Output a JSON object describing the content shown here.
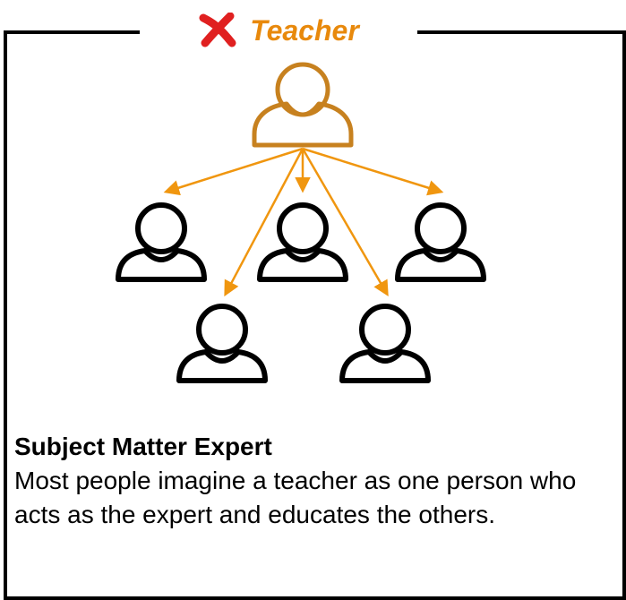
{
  "header": {
    "title": "Teacher",
    "icon": "cross-mark-icon",
    "title_color": "#E8890C",
    "icon_color": "#E02020"
  },
  "diagram": {
    "central_node": {
      "icon": "person-icon",
      "color": "#C7811F",
      "role": "teacher"
    },
    "child_nodes": [
      {
        "icon": "person-icon",
        "color": "#000000"
      },
      {
        "icon": "person-icon",
        "color": "#000000"
      },
      {
        "icon": "person-icon",
        "color": "#000000"
      },
      {
        "icon": "person-icon",
        "color": "#000000"
      },
      {
        "icon": "person-icon",
        "color": "#000000"
      }
    ],
    "arrow_color": "#F0960F"
  },
  "caption": {
    "heading": "Subject Matter Expert",
    "body": "Most people imagine a teacher as one person who acts as the expert and educates the others."
  }
}
